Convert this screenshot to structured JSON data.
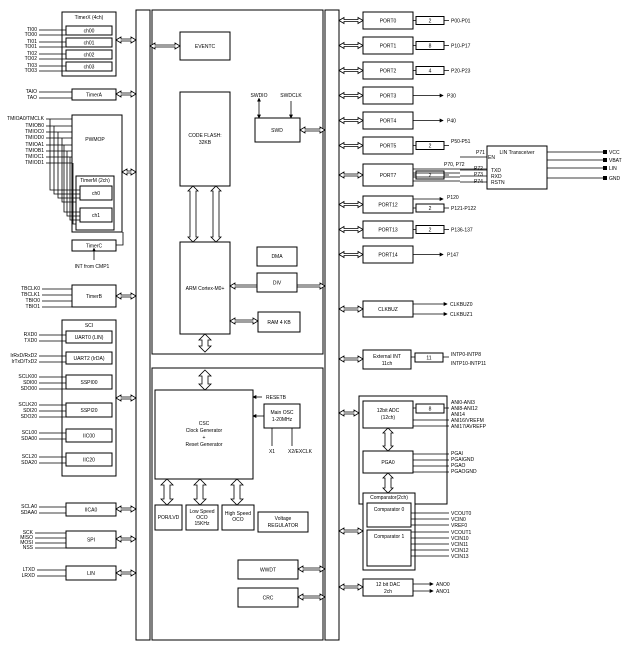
{
  "timerx": {
    "title": "TimerX (4ch)",
    "channels": [
      "ch00",
      "ch01",
      "ch02",
      "ch03"
    ],
    "pins": [
      "TI00",
      "TO00",
      "TI01",
      "TO01",
      "TI02",
      "TO02",
      "TI03",
      "TO03"
    ]
  },
  "timera": {
    "label": "TimerA",
    "pins": [
      "TAIO",
      "TAO"
    ]
  },
  "pwmop": {
    "label": "PWMOP",
    "pins": [
      "TMIOA0/TMCLK",
      "TMIOB0",
      "TMIOC0",
      "TMIOD0",
      "TMIOA1",
      "TMIOB1",
      "TMIOC1",
      "TMIOD1"
    ]
  },
  "timerm": {
    "title": "TimerM (2ch)",
    "channels": [
      "ch0",
      "ch1"
    ]
  },
  "timerc": {
    "label": "TimerC",
    "note": "INT from CMP1"
  },
  "timerb": {
    "label": "TimerB",
    "pins": [
      "TBCLK0",
      "TBCLK1",
      "TBIO0",
      "TBIO1"
    ]
  },
  "sci": {
    "title": "SCI",
    "blocks": [
      "UART0 (LIN)",
      "UART2 (IrDA)",
      "SSPI00",
      "SSPI20",
      "IIC00",
      "IIC20"
    ],
    "pins": [
      "RXD0",
      "TXD0",
      "IrRxD/RxD2",
      "IrTxD/TxD2",
      "SCLK00",
      "SDI00",
      "SDO00",
      "SCLK20",
      "SDI20",
      "SDO20",
      "SCL00",
      "SDA00",
      "SCL20",
      "SDA20"
    ]
  },
  "iica0": {
    "label": "IICA0",
    "pins": [
      "SCLA0",
      "SDAA0"
    ]
  },
  "spi": {
    "label": "SPI",
    "pins": [
      "SCK",
      "MISO",
      "MOSI",
      "NSS"
    ]
  },
  "lin": {
    "label": "LIN",
    "pins": [
      "LTXD",
      "LRXD"
    ]
  },
  "core": {
    "eventc": "EVENTC",
    "flash": [
      "CODE FLASH:",
      "32KB"
    ],
    "cpu": "ARM Cortex-M0+",
    "swdio": "SWDIO",
    "swdclk": "SWDCLK",
    "swd": "SWD",
    "dma": "DMA",
    "div": "DIV",
    "ram": "RAM 4 KB"
  },
  "clock": {
    "csc": [
      "CSC",
      "Clock Generator",
      "+",
      "Reset Generator"
    ],
    "resetb": "RESETB",
    "mainosc": [
      "Main OSC",
      "1-20MHz"
    ],
    "x1": "X1",
    "x2": "X2/EXCLK",
    "porlvd": "POR/LVD",
    "losc": [
      "Low Speed",
      "OCO",
      "15KHz"
    ],
    "hosc": [
      "High Speed",
      "OCO"
    ],
    "vreg": [
      "Voltage",
      "REGULATOR"
    ],
    "wwdt": "WWDT",
    "crc": "CRC"
  },
  "ports": [
    {
      "label": "PORT0",
      "count": "2",
      "pins": "P00-P01"
    },
    {
      "label": "PORT1",
      "count": "8",
      "pins": "P10-P17"
    },
    {
      "label": "PORT2",
      "count": "4",
      "pins": "P20-P23"
    },
    {
      "label": "PORT3",
      "pins": "P30"
    },
    {
      "label": "PORT4",
      "pins": "P40"
    },
    {
      "label": "PORT5",
      "count": "2",
      "pins": "P50-P51"
    },
    {
      "label": "PORT7",
      "count": "2",
      "pins": "P70,  P72"
    },
    {
      "label": "PORT12",
      "count": "2",
      "pins": "P120",
      "pins2": "P121-P122"
    },
    {
      "label": "PORT13",
      "count": "2",
      "pins": "P136-137"
    },
    {
      "label": "PORT14",
      "pins": "P147"
    }
  ],
  "lin_transceiver": {
    "title": "LIN Transceiver",
    "left": [
      "P71",
      "EN",
      "P72",
      "P73",
      "P74"
    ],
    "mid": [
      "TXD",
      "RXD",
      "RSTN"
    ],
    "right": [
      "VCC",
      "VBAT",
      "LIN",
      "GND"
    ]
  },
  "clkbuz": {
    "label": "CLKBUZ",
    "pins": [
      "CLKBUZ0",
      "CLKBUZ1"
    ]
  },
  "extint": {
    "label": [
      "External INT",
      "11ch"
    ],
    "count": "11",
    "pins": [
      "INTP0-INTP8",
      "INTP10-INTP11"
    ]
  },
  "adc": {
    "label": [
      "12bit ADC",
      "(12ch)"
    ],
    "count": "8",
    "pins": [
      "ANI0-ANI3",
      "ANI8-ANI12",
      "ANI14",
      "ANI16/VREFM",
      "ANI17/AVREFP"
    ]
  },
  "pga": {
    "label": "PGA0",
    "pins": [
      "PGAI",
      "PGAIGND",
      "PGAO",
      "PGAOGND"
    ]
  },
  "comparator": {
    "title": "Comparator(2ch)",
    "c0": "Comparator 0",
    "c1": "Comparator 1",
    "pins0": [
      "VCOUT0",
      "VCIN0",
      "VREF0"
    ],
    "pins1": [
      "VCOUT1",
      "VCIN10",
      "VCIN11",
      "VCIN12",
      "VCIN13"
    ]
  },
  "dac": {
    "label": [
      "12 bit DAC",
      "2ch"
    ],
    "pins": [
      "ANO0",
      "ANO1"
    ]
  }
}
